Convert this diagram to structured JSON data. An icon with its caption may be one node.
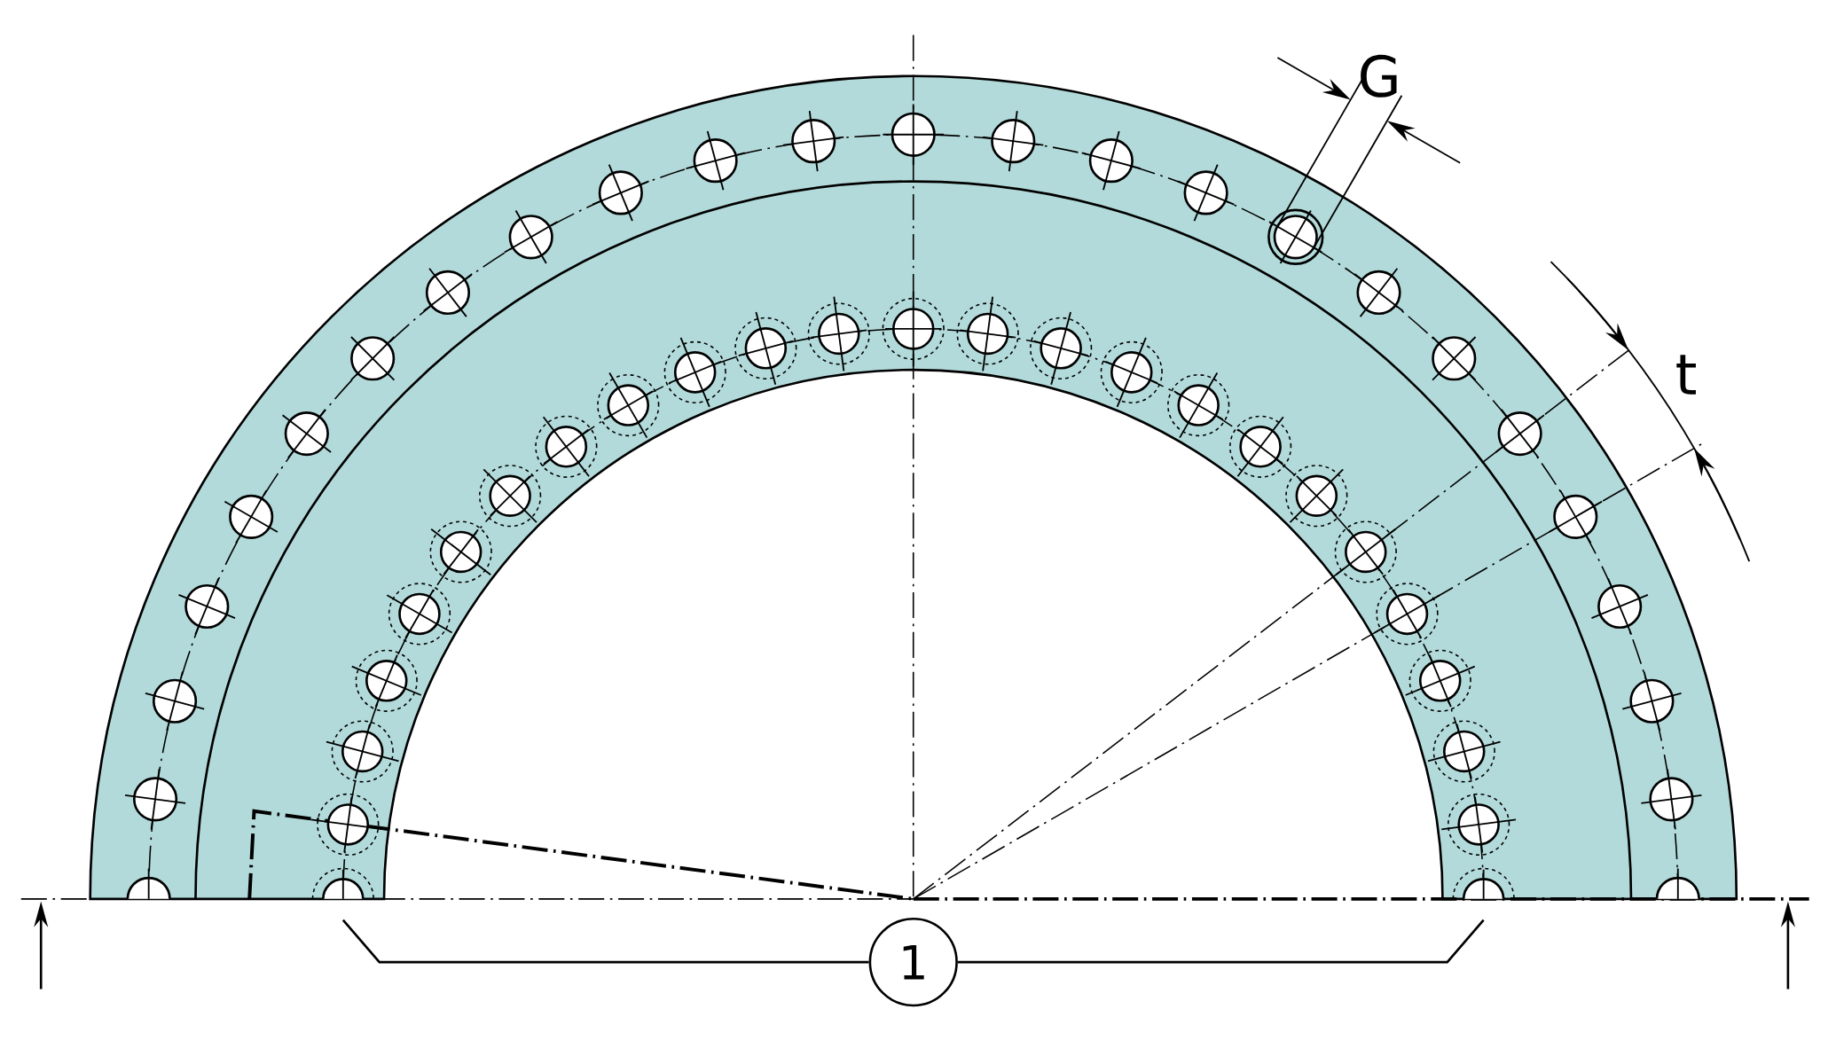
{
  "diagram": {
    "nodes": [
      {
        "text": [
          "1"
        ]
      },
      {
        "text": [],
        "shape": "circle"
      },
      {
        "text": [],
        "shape": "circle"
      },
      {
        "text": [],
        "shape": "circle"
      },
      {
        "text": [],
        "shape": "circle"
      }
    ],
    "edges": [
      {
        "from": 0,
        "to": 2,
        "arrow": "none"
      },
      {
        "from": 0,
        "to": 3,
        "arrow": "none"
      }
    ],
    "labels": [
      "G",
      "t"
    ]
  }
}
